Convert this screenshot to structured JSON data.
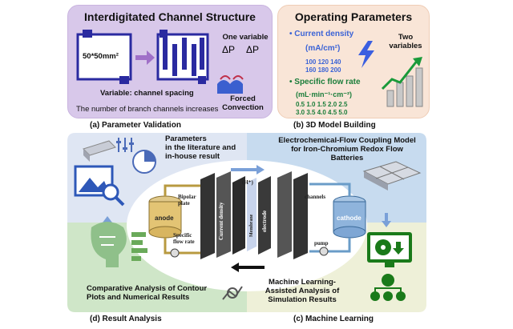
{
  "panel_a": {
    "title": "Interdigitated Channel Structure",
    "box_label": "50*50mm²",
    "variable_label": "Variable: channel spacing",
    "branch_note": "The number of branch channels increases",
    "one_variable": "One variable",
    "delta_p": "ΔP",
    "forced_convection": "Forced\nConvection",
    "caption": "(a)  Parameter Validation"
  },
  "panel_b": {
    "title": "Operating Parameters",
    "current_density": "Current density",
    "current_unit": "(mA/cm²)",
    "current_values_1": "100  120  140",
    "current_values_2": "160  180  200",
    "two_variables": "Two\nvariables",
    "flow_rate": "Specific flow rate",
    "flow_unit": "(mL·min⁻¹·cm⁻²)",
    "flow_values_1": "0.5   1.0  1.5   2.0  2.5",
    "flow_values_2": "3.0  3.5  4.0  4.5  5.0",
    "caption": "(b)  3D Model Building"
  },
  "center": {
    "params_text": "Parameters\nin the literature and\nin-house result",
    "coupling_model": "Electrochemical-Flow Coupling Model\nfor Iron-Chromium Redox Flow\nBatteries",
    "comparative": "Comparative Analysis of Contour\nPlots and Numerical Results",
    "ml_assisted": "Machine Learning-\nAssisted Analysis of\nSimulation Results",
    "anode": "anode",
    "cathode": "cathode",
    "bipolar_plate": "Bipolar\nplate",
    "specific_flow_rate": "Specific\nflow rate",
    "current_density": "Current density",
    "membrane": "Membrane",
    "h_plus": "(H⁺)",
    "electrode": "electrode",
    "channels": "channels",
    "pump": "pump"
  },
  "captions": {
    "d": "(d)  Result Analysis",
    "c": "(c)  Machine Learning"
  },
  "colors": {
    "panel_a_bg": "#d8c8ea",
    "panel_b_bg": "#f9e5d7",
    "accent_blue": "#3b63d6",
    "accent_green": "#1a7d3a"
  },
  "icons": [
    "sliders-icon",
    "pie-chart-icon",
    "image-search-icon",
    "grid-module-icon",
    "download-monitor-icon",
    "network-users-icon",
    "brain-icon",
    "chart-list-icon",
    "analytics-icon",
    "lightning-icon",
    "bar-chart-up-icon"
  ]
}
